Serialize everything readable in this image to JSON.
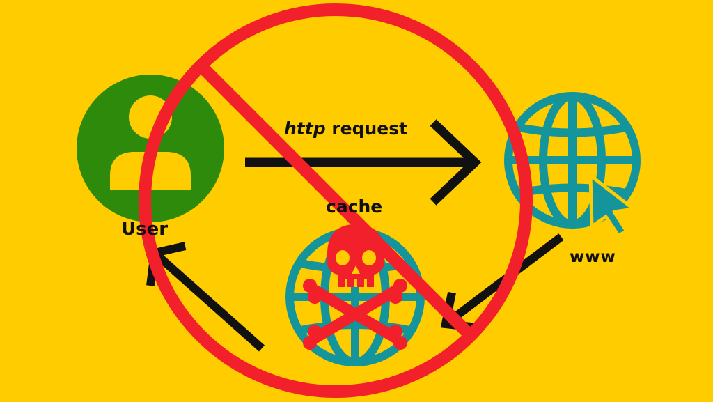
{
  "labels": {
    "request_protocol": "http",
    "request_suffix": " request",
    "cache": "cache",
    "user": "User",
    "www": "www"
  },
  "icons": {
    "user": "user-avatar-icon",
    "web": "globe-cursor-icon",
    "cache": "globe-skull-crossbones-icon",
    "prohibition": "no-entry-sign-icon"
  },
  "colors": {
    "background": "#FFCC00",
    "user_circle": "#2E8A0B",
    "user_figure": "#FFCC00",
    "globe": "#14959B",
    "skull": "#F2202B",
    "prohibition": "#F2202B",
    "arrows": "#111111"
  }
}
